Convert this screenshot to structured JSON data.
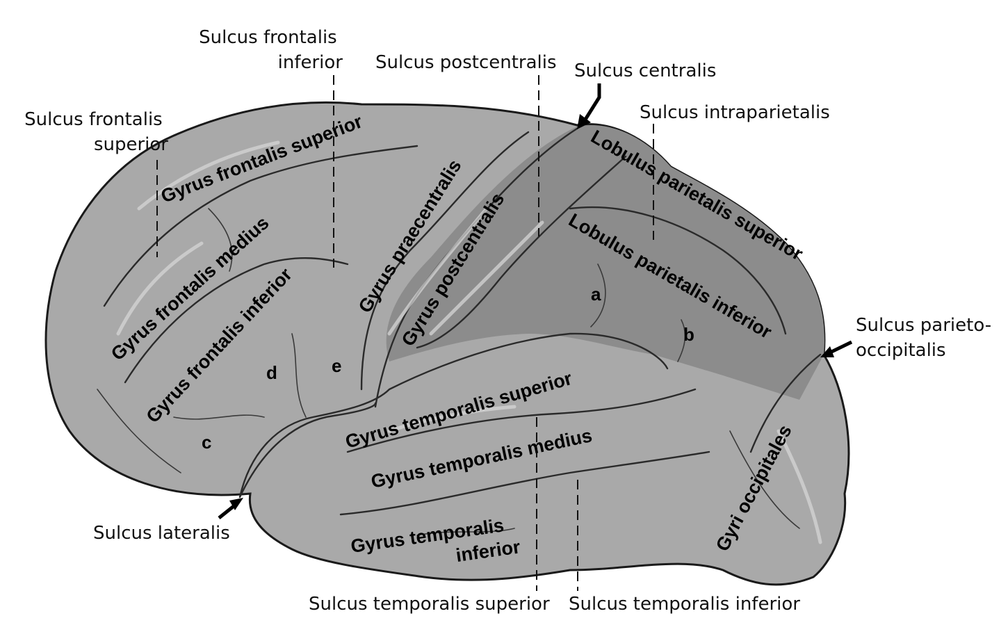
{
  "colors": {
    "background": "#ffffff",
    "cortex_light": "#a9a9a9",
    "cortex_parietal": "#8c8c8c",
    "sulcus_line": "#2a2a2a",
    "text": "#111111"
  },
  "labels": {
    "sulcus_frontalis_inferior": [
      "Sulcus frontalis",
      "inferior"
    ],
    "sulcus_postcentralis": "Sulcus postcentralis",
    "sulcus_centralis": "Sulcus centralis",
    "sulcus_intraparietalis": "Sulcus intraparietalis",
    "sulcus_frontalis_superior": [
      "Sulcus frontalis",
      "superior"
    ],
    "sulcus_parieto_occipitalis": [
      "Sulcus parieto-",
      "occipitalis"
    ],
    "sulcus_lateralis": "Sulcus lateralis",
    "sulcus_temporalis_superior": "Sulcus temporalis superior",
    "sulcus_temporalis_inferior": "Sulcus temporalis inferior"
  },
  "gyri": {
    "gyrus_frontalis_superior": "Gyrus frontalis superior",
    "gyrus_frontalis_medius": "Gyrus frontalis medius",
    "gyrus_frontalis_inferior": "Gyrus frontalis inferior",
    "gyrus_praecentralis": "Gyrus praecentralis",
    "gyrus_postcentralis": "Gyrus postcentralis",
    "lobulus_parietalis_superior": "Lobulus parietalis superior",
    "lobulus_parietalis_inferior": "Lobulus parietalis inferior",
    "gyrus_temporalis_superior": "Gyrus temporalis superior",
    "gyrus_temporalis_medius": "Gyrus temporalis medius",
    "gyrus_temporalis_inferior": [
      "Gyrus temporalis",
      "inferior"
    ],
    "gyri_occipitales": "Gyri occipitales"
  },
  "letters": {
    "a": "a",
    "b": "b",
    "c": "c",
    "d": "d",
    "e": "e"
  }
}
